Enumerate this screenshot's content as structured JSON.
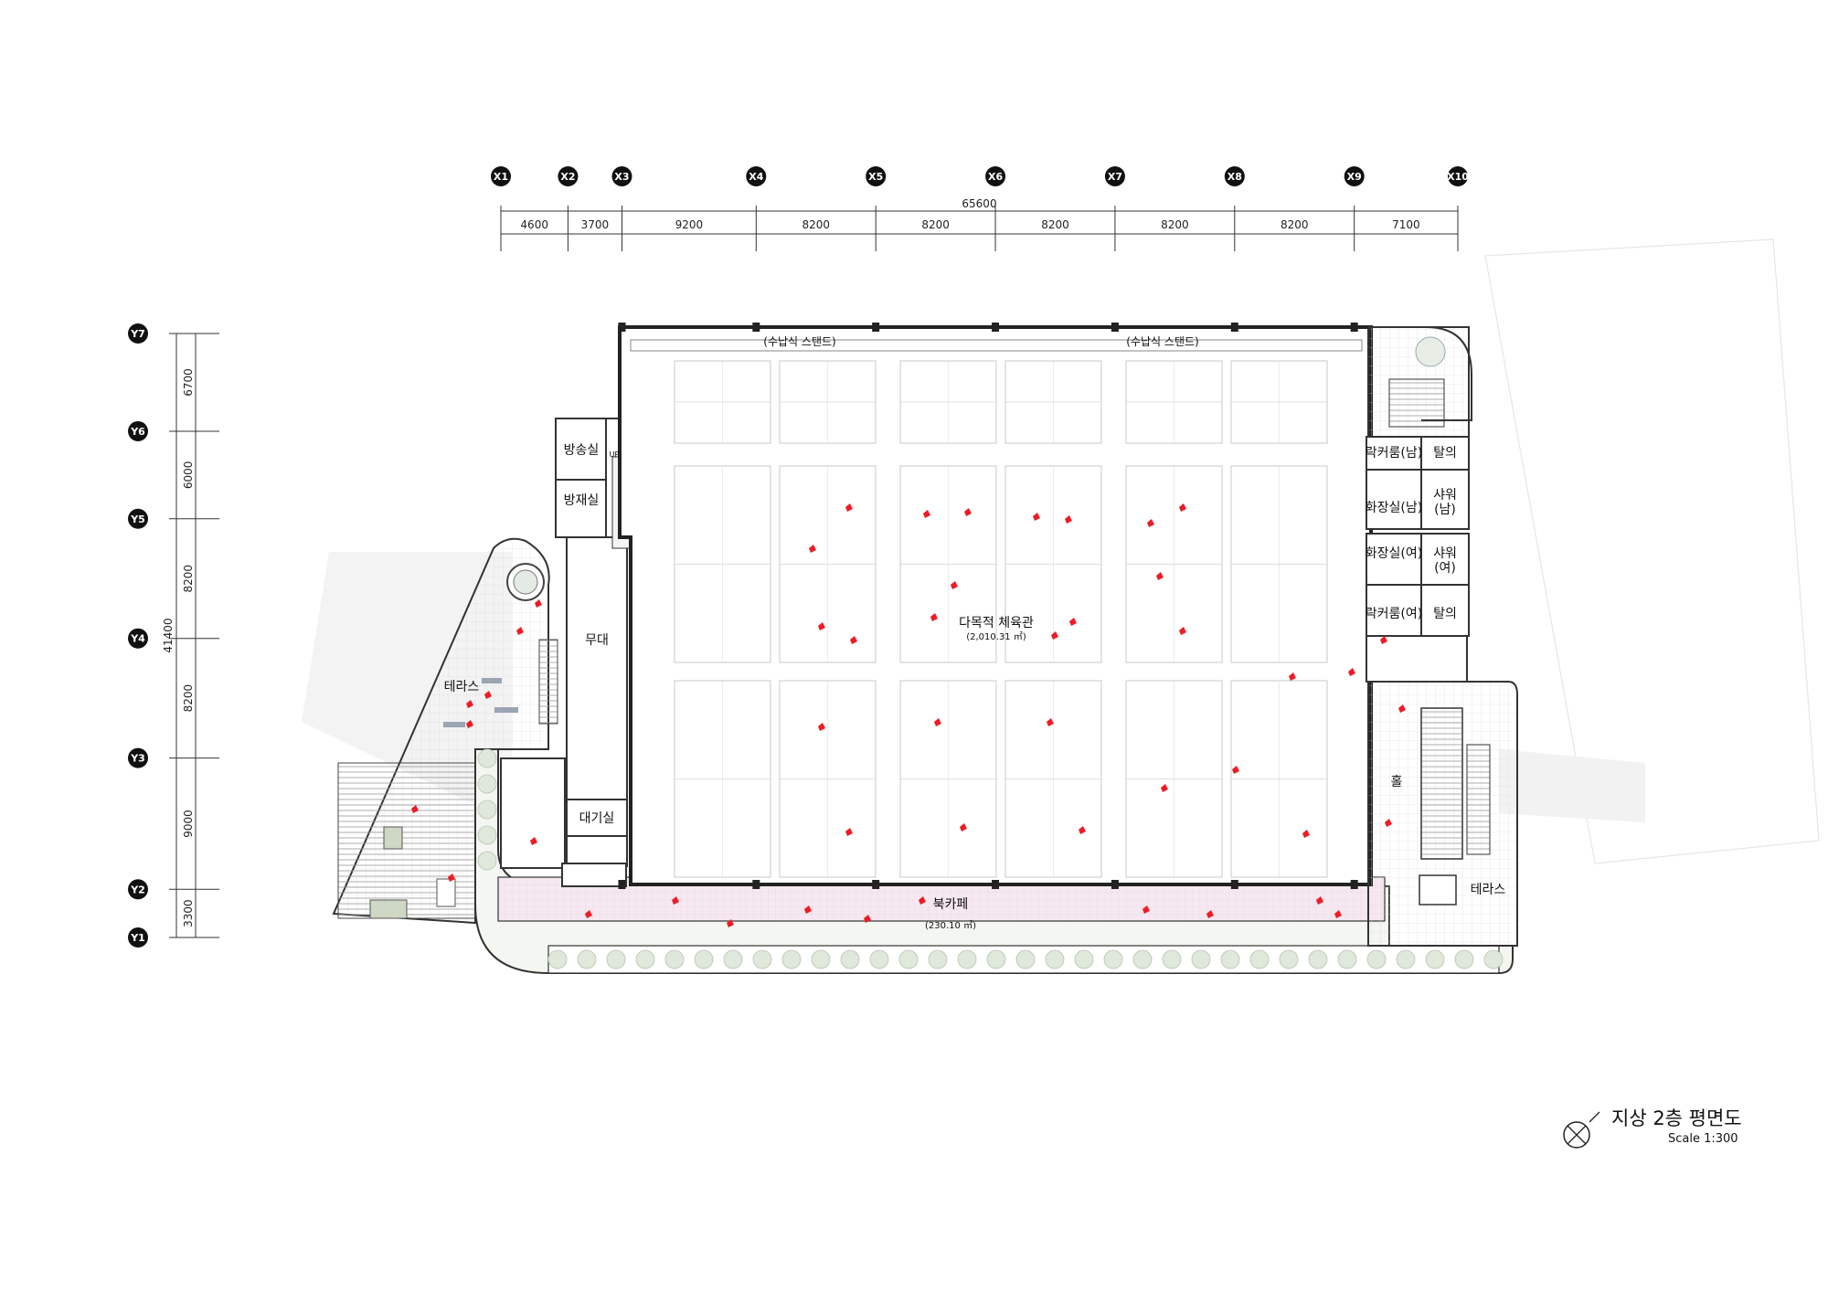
{
  "plan": {
    "title": "지상 2층 평면도",
    "scale": "Scale 1:300"
  },
  "grid": {
    "x_labels": [
      "X1",
      "X2",
      "X3",
      "X4",
      "X5",
      "X6",
      "X7",
      "X8",
      "X9",
      "X10"
    ],
    "y_labels": [
      "Y7",
      "Y6",
      "Y5",
      "Y4",
      "Y3",
      "Y2",
      "Y1"
    ],
    "x_total": "65600",
    "x_spans": [
      "4600",
      "3700",
      "9200",
      "8200",
      "8200",
      "8200",
      "8200",
      "8200",
      "7100"
    ],
    "y_total": "41400",
    "y_spans": [
      "6700",
      "6000",
      "8200",
      "8200",
      "9000",
      "3300"
    ]
  },
  "rooms": {
    "stand_left": "(수납식 스탠드)",
    "stand_right": "(수납식 스탠드)",
    "broadcast": "방송실",
    "storage": "방재실",
    "up": "UP",
    "stage": "무대",
    "waiting": "대기실",
    "gym": "다목적 체육관",
    "gym_area": "(2,010.31 ㎡)",
    "terrace_left": "테라스",
    "book_cafe": "북카페",
    "book_cafe_area": "(230.10 ㎡)",
    "locker_m": "락커룸(남)",
    "dress_m": "탈의",
    "shower_m1": "샤워",
    "shower_m2": "(남)",
    "toilet_m": "화장실(남)",
    "toilet_f": "화장실(여)",
    "shower_f1": "샤워",
    "shower_f2": "(여)",
    "locker_f": "락커룸(여)",
    "dress_f": "탈의",
    "hall": "홀",
    "terrace_right": "테라스"
  }
}
